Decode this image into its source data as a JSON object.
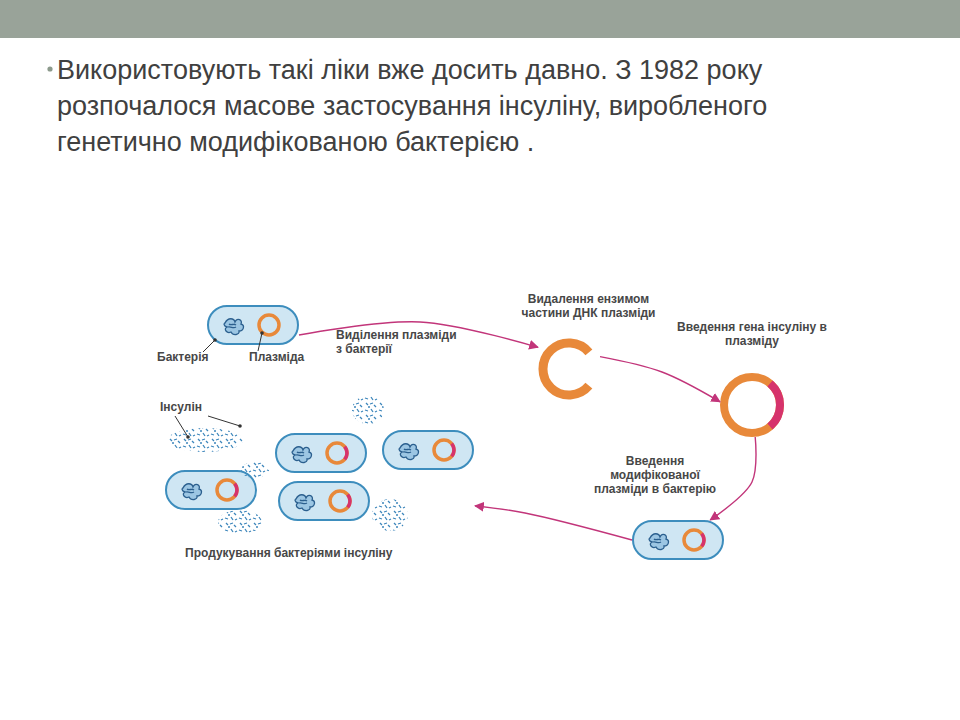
{
  "diagram": {
    "nodes": [
      {
        "text": [
          "Бактерія",
          "Плазміда"
        ]
      },
      {
        "text": [
          "Видалення ензимом частини ДНК плазміди"
        ]
      },
      {
        "text": [
          "Введення гена інсуліну в плазміду"
        ]
      },
      {
        "text": [
          "Введення модифікованої плазміди в бактерію"
        ]
      },
      {
        "text": [
          "Продукування бактеріями інсуліну"
        ]
      }
    ],
    "edges": [
      {
        "from": 0,
        "to": 1,
        "label": "Виділення плазміди з бактерії",
        "arrow": "to"
      },
      {
        "from": 1,
        "to": 2,
        "arrow": "to"
      },
      {
        "from": 2,
        "to": 3,
        "arrow": "to"
      },
      {
        "from": 3,
        "to": 4,
        "arrow": "to"
      }
    ],
    "labels": [
      "Використовують такі ліки вже досить давно. З 1982 року розпочалося масове застосування інсуліну, виробленого генетично модифікованою бактерією .",
      "Інсулін"
    ]
  }
}
